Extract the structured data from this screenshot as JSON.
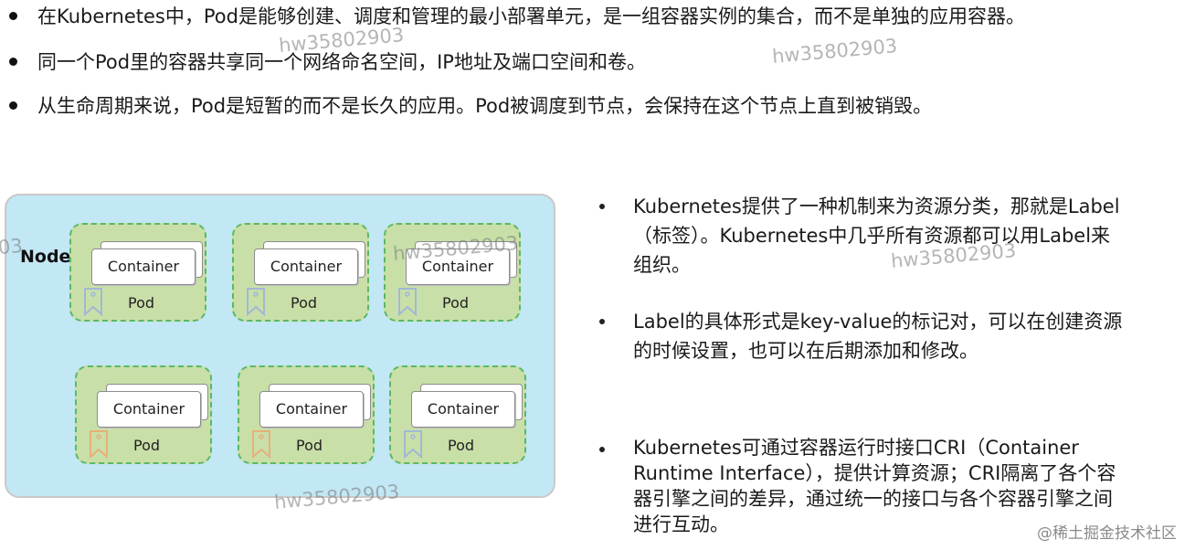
{
  "top_bullets": [
    "在Kubernetes中，Pod是能够创建、调度和管理的最小部署单元，是一组容器实例的集合，而不是单独的应用容器。",
    "同一个Pod里的容器共享同一个网络命名空间，IP地址及端口空间和卷。",
    "从生命周期来说，Pod是短暂的而不是长久的应用。Pod被调度到节点，会保持在这个节点上直到被销毁。"
  ],
  "diagram": {
    "node_label": "Node",
    "pods": [
      {
        "container": "Container",
        "pod": "Pod"
      },
      {
        "container": "Container",
        "pod": "Pod"
      },
      {
        "container": "Container",
        "pod": "Pod"
      },
      {
        "container": "Container",
        "pod": "Pod"
      },
      {
        "container": "Container",
        "pod": "Pod"
      },
      {
        "container": "Container",
        "pod": "Pod"
      }
    ],
    "tag_colors": [
      "#a0b8d6",
      "#a0b8d6",
      "#a0b8d6",
      "#e8b07a",
      "#e8b07a",
      "#a0b8d6"
    ]
  },
  "right_bullets": [
    {
      "lines": [
        "Kubernetes提供了一种机制来为资源分类，那就是Label",
        "（标签）。Kubernetes中几乎所有资源都可以用Label来",
        "组织。"
      ]
    },
    {
      "lines": [
        "Label的具体形式是key-value的标记对，可以在创建资源",
        "的时候设置，也可以在后期添加和修改。"
      ]
    },
    {
      "lines": [
        "Kubernetes可通过容器运行时接口CRI（Container",
        "Runtime Interface），提供计算资源；CRI隔离了各个容",
        "器引擎之间的差异，通过统一的接口与各个容器引擎之间",
        "进行互动。"
      ]
    }
  ],
  "watermarks": [
    "hw35802903",
    "hw35802903",
    "03",
    "hw35802903",
    "hw35802903",
    "hw35802903"
  ],
  "corner_watermark": "@稀土掘金技术社区"
}
